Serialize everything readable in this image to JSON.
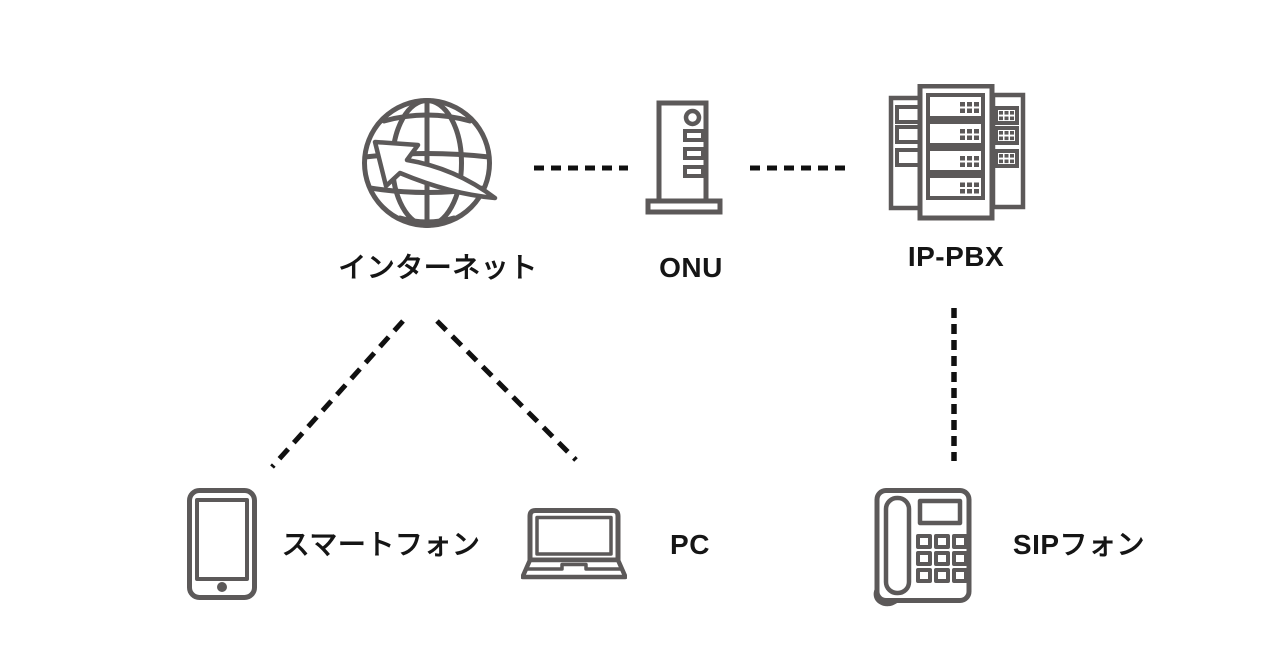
{
  "diagram": {
    "title": "IP-PBX network diagram",
    "nodes": [
      {
        "id": "internet",
        "label": "インターネット",
        "icon": "globe-arrow-icon"
      },
      {
        "id": "onu",
        "label": "ONU",
        "icon": "onu-device-icon"
      },
      {
        "id": "ip-pbx",
        "label": "IP-PBX",
        "icon": "server-rack-icon"
      },
      {
        "id": "smartphone",
        "label": "スマートフォン",
        "icon": "smartphone-icon"
      },
      {
        "id": "pc",
        "label": "PC",
        "icon": "laptop-icon"
      },
      {
        "id": "sip-phone",
        "label": "SIPフォン",
        "icon": "desk-phone-icon"
      }
    ],
    "connections": [
      {
        "from": "インターネット",
        "to": "ONU",
        "style": "dashed",
        "orientation": "horizontal"
      },
      {
        "from": "ONU",
        "to": "IP-PBX",
        "style": "dashed",
        "orientation": "horizontal"
      },
      {
        "from": "インターネット",
        "to": "スマートフォン",
        "style": "dashed",
        "orientation": "diagonal"
      },
      {
        "from": "インターネット",
        "to": "PC",
        "style": "dashed",
        "orientation": "diagonal"
      },
      {
        "from": "IP-PBX",
        "to": "SIPフォン",
        "style": "dashed",
        "orientation": "vertical"
      }
    ],
    "colors": {
      "icon_stroke": "#5c5959",
      "label_text": "#151515",
      "connector": "#101010",
      "background": "#ffffff"
    }
  }
}
